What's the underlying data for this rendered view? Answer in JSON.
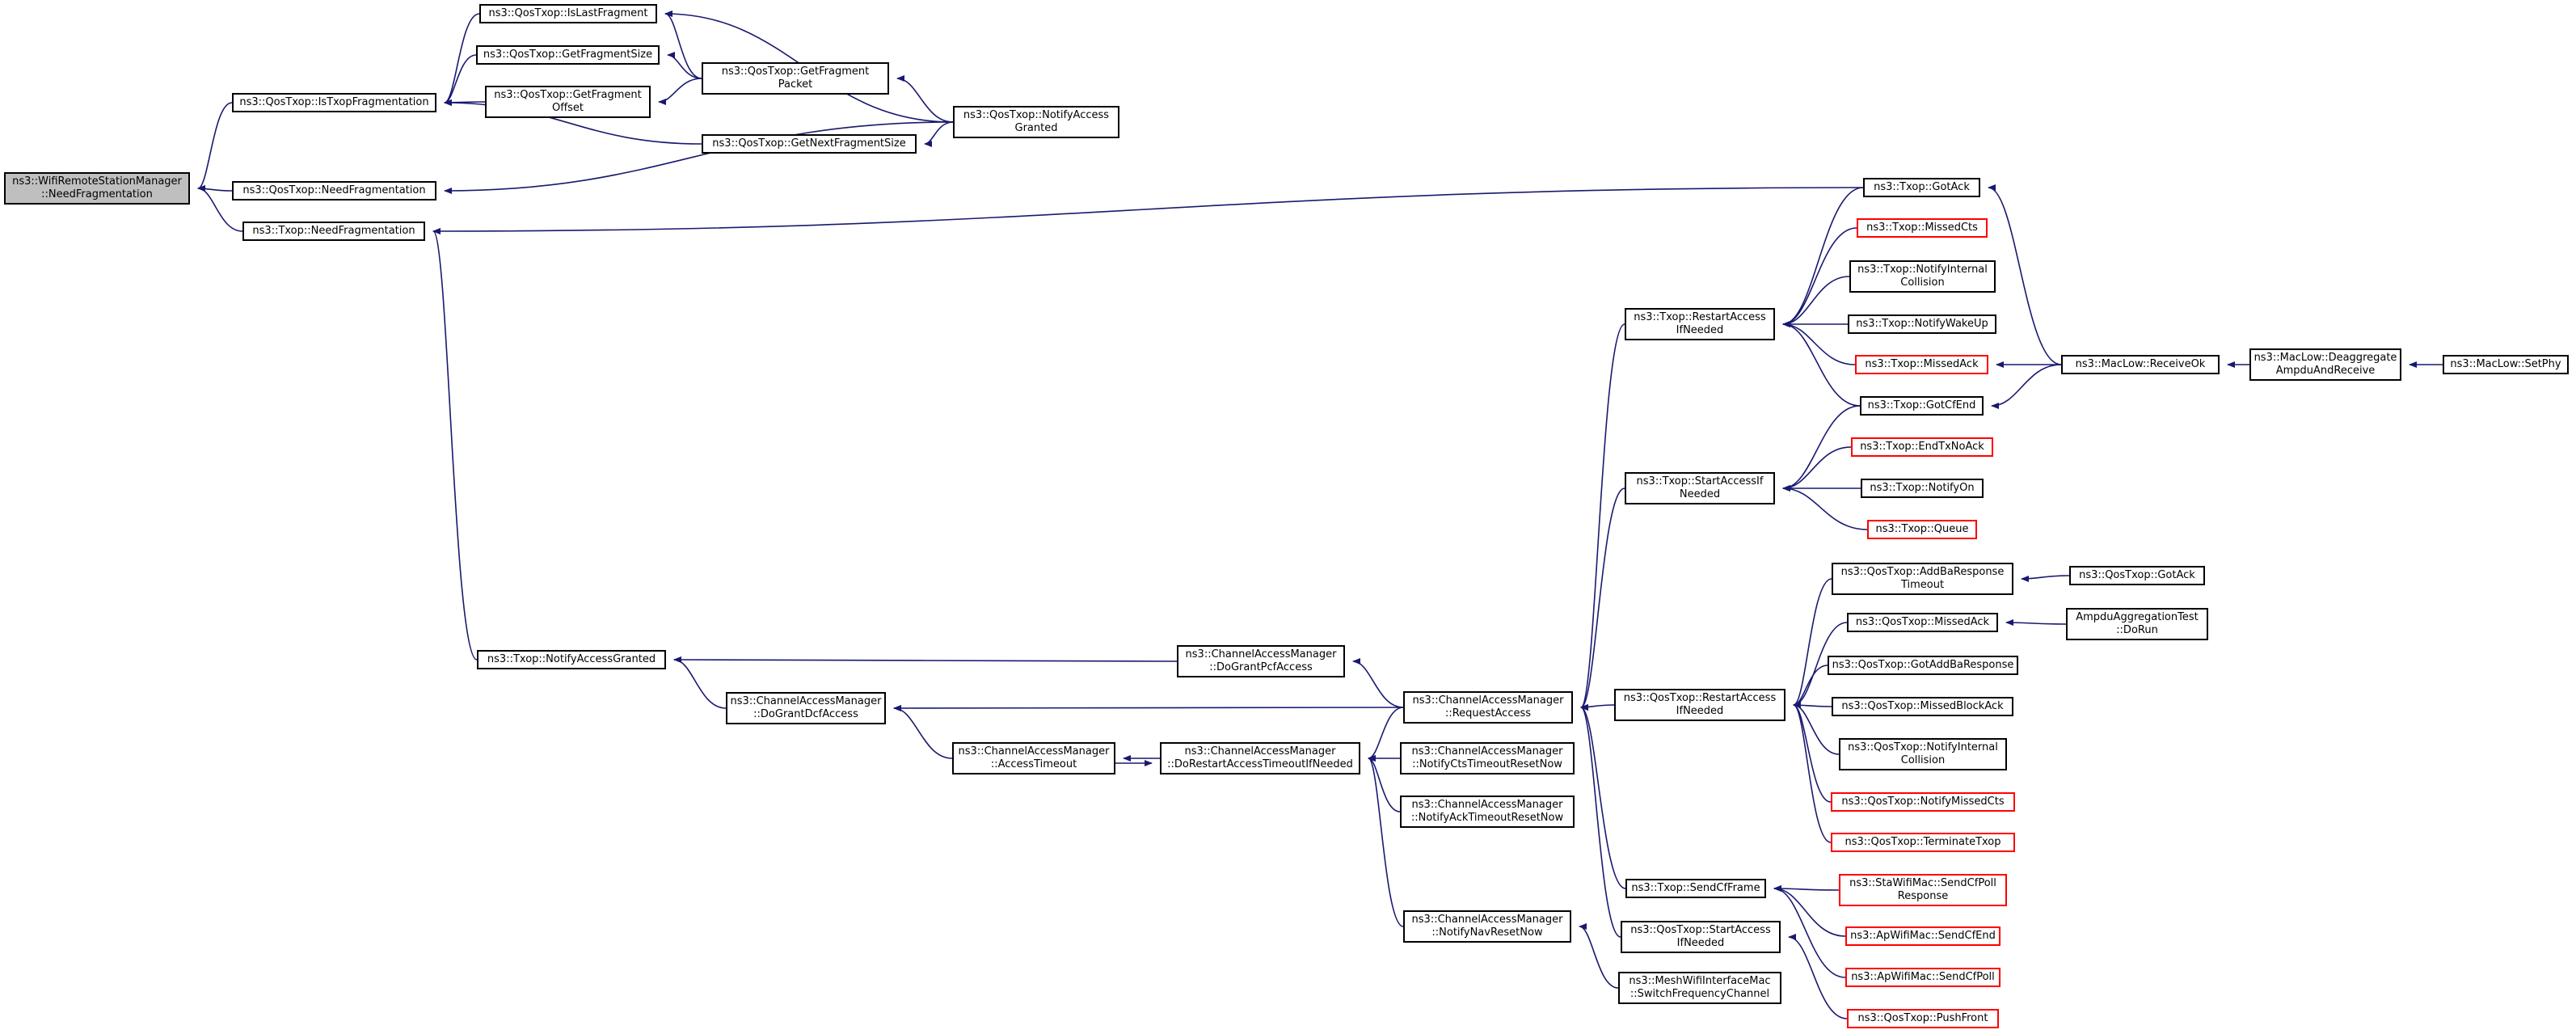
{
  "diagram": {
    "colors": {
      "edge": "#191970",
      "node_border": "#000000",
      "node_border_incomplete": "#ff0000",
      "root_fill": "#bfbfbf",
      "node_fill": "#ffffff"
    },
    "nodes": [
      {
        "id": "n_root",
        "lines": [
          "ns3::WifiRemoteStationManager",
          "::NeedFragmentation"
        ],
        "style": "root"
      },
      {
        "id": "n_isTxopFrag",
        "lines": [
          "ns3::QosTxop::IsTxopFragmentation"
        ]
      },
      {
        "id": "n_qosNeedFrag",
        "lines": [
          "ns3::QosTxop::NeedFragmentation"
        ]
      },
      {
        "id": "n_txopNeedFrag",
        "lines": [
          "ns3::Txop::NeedFragmentation"
        ]
      },
      {
        "id": "n_isLastFrag",
        "lines": [
          "ns3::QosTxop::IsLastFragment"
        ]
      },
      {
        "id": "n_getFragSize",
        "lines": [
          "ns3::QosTxop::GetFragmentSize"
        ]
      },
      {
        "id": "n_getFragOffset",
        "lines": [
          "ns3::QosTxop::GetFragment",
          "Offset"
        ]
      },
      {
        "id": "n_getFragPacket",
        "lines": [
          "ns3::QosTxop::GetFragment",
          "Packet"
        ]
      },
      {
        "id": "n_getNextFragSize",
        "lines": [
          "ns3::QosTxop::GetNextFragmentSize"
        ]
      },
      {
        "id": "n_qosNotifyAccessGranted",
        "lines": [
          "ns3::QosTxop::NotifyAccess",
          "Granted"
        ]
      },
      {
        "id": "n_txopNotifyAccessGranted",
        "lines": [
          "ns3::Txop::NotifyAccessGranted"
        ]
      },
      {
        "id": "n_doGrantPcf",
        "lines": [
          "ns3::ChannelAccessManager",
          "::DoGrantPcfAccess"
        ]
      },
      {
        "id": "n_doGrantDcf",
        "lines": [
          "ns3::ChannelAccessManager",
          "::DoGrantDcfAccess"
        ]
      },
      {
        "id": "n_accessTimeout",
        "lines": [
          "ns3::ChannelAccessManager",
          "::AccessTimeout"
        ]
      },
      {
        "id": "n_doRestartTimeout",
        "lines": [
          "ns3::ChannelAccessManager",
          "::DoRestartAccessTimeoutIfNeeded"
        ]
      },
      {
        "id": "n_requestAccess",
        "lines": [
          "ns3::ChannelAccessManager",
          "::RequestAccess"
        ]
      },
      {
        "id": "n_notifyCtsTimeout",
        "lines": [
          "ns3::ChannelAccessManager",
          "::NotifyCtsTimeoutResetNow"
        ]
      },
      {
        "id": "n_notifyAckTimeout",
        "lines": [
          "ns3::ChannelAccessManager",
          "::NotifyAckTimeoutResetNow"
        ]
      },
      {
        "id": "n_notifyNavReset",
        "lines": [
          "ns3::ChannelAccessManager",
          "::NotifyNavResetNow"
        ]
      },
      {
        "id": "n_meshSwitch",
        "lines": [
          "ns3::MeshWifiInterfaceMac",
          "::SwitchFrequencyChannel"
        ]
      },
      {
        "id": "n_txopRestart",
        "lines": [
          "ns3::Txop::RestartAccess",
          "IfNeeded"
        ]
      },
      {
        "id": "n_txopStart",
        "lines": [
          "ns3::Txop::StartAccessIf",
          "Needed"
        ]
      },
      {
        "id": "n_qosRestart",
        "lines": [
          "ns3::QosTxop::RestartAccess",
          "IfNeeded"
        ]
      },
      {
        "id": "n_sendCfFrame",
        "lines": [
          "ns3::Txop::SendCfFrame"
        ]
      },
      {
        "id": "n_qosStart",
        "lines": [
          "ns3::QosTxop::StartAccess",
          "IfNeeded"
        ]
      },
      {
        "id": "n_txopGotAck",
        "lines": [
          "ns3::Txop::GotAck"
        ]
      },
      {
        "id": "n_txopMissedCts",
        "lines": [
          "ns3::Txop::MissedCts"
        ],
        "style": "red"
      },
      {
        "id": "n_txopNotifyInternal",
        "lines": [
          "ns3::Txop::NotifyInternal",
          "Collision"
        ]
      },
      {
        "id": "n_txopNotifyWakeUp",
        "lines": [
          "ns3::Txop::NotifyWakeUp"
        ]
      },
      {
        "id": "n_txopMissedAck",
        "lines": [
          "ns3::Txop::MissedAck"
        ],
        "style": "red"
      },
      {
        "id": "n_txopGotCfEnd",
        "lines": [
          "ns3::Txop::GotCfEnd"
        ]
      },
      {
        "id": "n_txopEndTxNoAck",
        "lines": [
          "ns3::Txop::EndTxNoAck"
        ],
        "style": "red"
      },
      {
        "id": "n_txopNotifyOn",
        "lines": [
          "ns3::Txop::NotifyOn"
        ]
      },
      {
        "id": "n_txopQueue",
        "lines": [
          "ns3::Txop::Queue"
        ],
        "style": "red"
      },
      {
        "id": "n_qosAddBaTimeout",
        "lines": [
          "ns3::QosTxop::AddBaResponse",
          "Timeout"
        ]
      },
      {
        "id": "n_qosMissedAck",
        "lines": [
          "ns3::QosTxop::MissedAck"
        ]
      },
      {
        "id": "n_qosGotAddBa",
        "lines": [
          "ns3::QosTxop::GotAddBaResponse"
        ]
      },
      {
        "id": "n_qosMissedBlockAck",
        "lines": [
          "ns3::QosTxop::MissedBlockAck"
        ]
      },
      {
        "id": "n_qosNotifyInternal",
        "lines": [
          "ns3::QosTxop::NotifyInternal",
          "Collision"
        ]
      },
      {
        "id": "n_qosNotifyMissedCts",
        "lines": [
          "ns3::QosTxop::NotifyMissedCts"
        ],
        "style": "red"
      },
      {
        "id": "n_qosTerminate",
        "lines": [
          "ns3::QosTxop::TerminateTxop"
        ],
        "style": "red"
      },
      {
        "id": "n_staSendCfPoll",
        "lines": [
          "ns3::StaWifiMac::SendCfPoll",
          "Response"
        ],
        "style": "red"
      },
      {
        "id": "n_apSendCfEnd",
        "lines": [
          "ns3::ApWifiMac::SendCfEnd"
        ],
        "style": "red"
      },
      {
        "id": "n_apSendCfPoll",
        "lines": [
          "ns3::ApWifiMac::SendCfPoll"
        ],
        "style": "red"
      },
      {
        "id": "n_qosPushFront",
        "lines": [
          "ns3::QosTxop::PushFront"
        ],
        "style": "red"
      },
      {
        "id": "n_qosGotAck",
        "lines": [
          "ns3::QosTxop::GotAck"
        ]
      },
      {
        "id": "n_ampduTest",
        "lines": [
          "AmpduAggregationTest",
          "::DoRun"
        ]
      },
      {
        "id": "n_macLowReceiveOk",
        "lines": [
          "ns3::MacLow::ReceiveOk"
        ]
      },
      {
        "id": "n_macLowDeaggregate",
        "lines": [
          "ns3::MacLow::Deaggregate",
          "AmpduAndReceive"
        ]
      },
      {
        "id": "n_macLowSetPhy",
        "lines": [
          "ns3::MacLow::SetPhy"
        ]
      }
    ],
    "edges": [
      [
        "n_isTxopFrag",
        "n_root"
      ],
      [
        "n_qosNeedFrag",
        "n_root"
      ],
      [
        "n_txopNeedFrag",
        "n_root"
      ],
      [
        "n_isLastFrag",
        "n_isTxopFrag"
      ],
      [
        "n_getFragSize",
        "n_isTxopFrag"
      ],
      [
        "n_getFragOffset",
        "n_isTxopFrag"
      ],
      [
        "n_getNextFragSize",
        "n_isTxopFrag"
      ],
      [
        "n_getFragPacket",
        "n_isLastFrag"
      ],
      [
        "n_qosNotifyAccessGranted",
        "n_isLastFrag"
      ],
      [
        "n_getFragPacket",
        "n_getFragSize"
      ],
      [
        "n_getFragPacket",
        "n_getFragOffset"
      ],
      [
        "n_qosNotifyAccessGranted",
        "n_getFragPacket"
      ],
      [
        "n_qosNotifyAccessGranted",
        "n_getNextFragSize"
      ],
      [
        "n_qosNotifyAccessGranted",
        "n_qosNeedFrag"
      ],
      [
        "n_txopGotAck",
        "n_txopNeedFrag"
      ],
      [
        "n_txopNotifyAccessGranted",
        "n_txopNeedFrag"
      ],
      [
        "n_doGrantPcf",
        "n_txopNotifyAccessGranted"
      ],
      [
        "n_doGrantDcf",
        "n_txopNotifyAccessGranted"
      ],
      [
        "n_requestAccess",
        "n_doGrantPcf"
      ],
      [
        "n_requestAccess",
        "n_doGrantDcf"
      ],
      [
        "n_accessTimeout",
        "n_doGrantDcf"
      ],
      [
        "n_doRestartTimeout",
        "n_accessTimeout"
      ],
      [
        "n_accessTimeout",
        "n_doRestartTimeout"
      ],
      [
        "n_requestAccess",
        "n_doRestartTimeout"
      ],
      [
        "n_notifyCtsTimeout",
        "n_doRestartTimeout"
      ],
      [
        "n_notifyAckTimeout",
        "n_doRestartTimeout"
      ],
      [
        "n_notifyNavReset",
        "n_doRestartTimeout"
      ],
      [
        "n_meshSwitch",
        "n_notifyNavReset"
      ],
      [
        "n_txopRestart",
        "n_requestAccess"
      ],
      [
        "n_txopStart",
        "n_requestAccess"
      ],
      [
        "n_qosRestart",
        "n_requestAccess"
      ],
      [
        "n_sendCfFrame",
        "n_requestAccess"
      ],
      [
        "n_qosStart",
        "n_requestAccess"
      ],
      [
        "n_txopGotAck",
        "n_txopRestart"
      ],
      [
        "n_txopMissedCts",
        "n_txopRestart"
      ],
      [
        "n_txopNotifyInternal",
        "n_txopRestart"
      ],
      [
        "n_txopNotifyWakeUp",
        "n_txopRestart"
      ],
      [
        "n_txopMissedAck",
        "n_txopRestart"
      ],
      [
        "n_txopGotCfEnd",
        "n_txopRestart"
      ],
      [
        "n_txopGotCfEnd",
        "n_txopStart"
      ],
      [
        "n_txopEndTxNoAck",
        "n_txopStart"
      ],
      [
        "n_txopNotifyOn",
        "n_txopStart"
      ],
      [
        "n_txopQueue",
        "n_txopStart"
      ],
      [
        "n_qosAddBaTimeout",
        "n_qosRestart"
      ],
      [
        "n_qosMissedAck",
        "n_qosRestart"
      ],
      [
        "n_qosGotAddBa",
        "n_qosRestart"
      ],
      [
        "n_qosMissedBlockAck",
        "n_qosRestart"
      ],
      [
        "n_qosNotifyInternal",
        "n_qosRestart"
      ],
      [
        "n_qosNotifyMissedCts",
        "n_qosRestart"
      ],
      [
        "n_qosTerminate",
        "n_qosRestart"
      ],
      [
        "n_staSendCfPoll",
        "n_sendCfFrame"
      ],
      [
        "n_apSendCfEnd",
        "n_sendCfFrame"
      ],
      [
        "n_apSendCfPoll",
        "n_sendCfFrame"
      ],
      [
        "n_qosPushFront",
        "n_qosStart"
      ],
      [
        "n_qosGotAck",
        "n_qosAddBaTimeout"
      ],
      [
        "n_ampduTest",
        "n_qosMissedAck"
      ],
      [
        "n_macLowReceiveOk",
        "n_txopGotAck"
      ],
      [
        "n_macLowReceiveOk",
        "n_txopMissedAck"
      ],
      [
        "n_macLowReceiveOk",
        "n_txopGotCfEnd"
      ],
      [
        "n_macLowDeaggregate",
        "n_macLowReceiveOk"
      ],
      [
        "n_macLowSetPhy",
        "n_macLowDeaggregate"
      ]
    ]
  }
}
